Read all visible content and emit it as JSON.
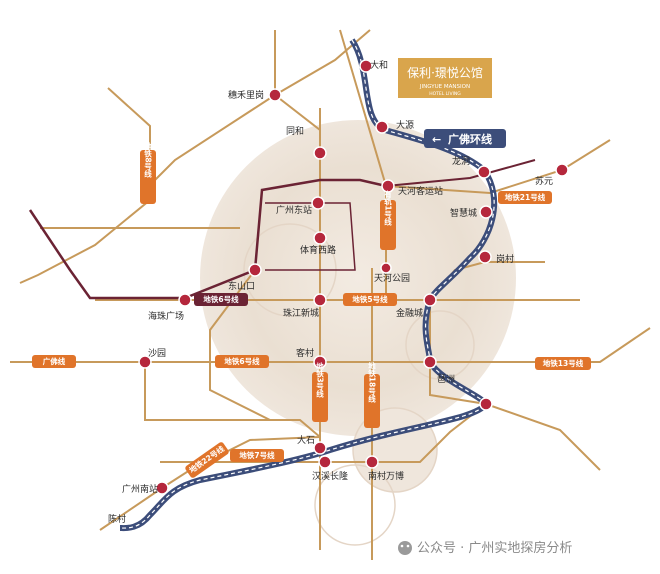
{
  "brand": {
    "title": "保利·璟悦公馆",
    "subtitle": "JINGYUE MANSION",
    "tagline": "HOTEL LIVING"
  },
  "callout": {
    "label": "广佛环线",
    "arrow": "←"
  },
  "watermark": {
    "text": "公众号 · 广州实地探房分析",
    "icon": "wechat-icon"
  },
  "stations": {
    "dahe": "大和",
    "suihe": "穗禾里岗",
    "dayuan": "大源",
    "tonghe": "同和",
    "longdong": "龙洞",
    "suyuan": "苏元",
    "tianhe_coach": "天河客运站",
    "zhihuicheng": "智慧城",
    "gz_east": "广州东站",
    "tiyu_xilu": "体育西路",
    "gangcun": "岗村",
    "dongshankou": "东山口",
    "tianhe_park": "天河公园",
    "haizhu_sq": "海珠广场",
    "zhujiang_xc": "珠江新城",
    "jinrongcheng": "金融城",
    "shawei": "沙园",
    "kecun": "客村",
    "pazhou": "琶洲",
    "dashi": "大石",
    "hanxi": "汉溪长隆",
    "nancun": "南村万博",
    "gz_south": "广州南站",
    "chencun": "陈村"
  },
  "line_tags": {
    "l8": "地铁8号线",
    "l21": "地铁21号线",
    "l6": "地铁6号线",
    "apm": "有轨1号线",
    "l5": "地铁5号线",
    "gf": "广佛线",
    "l66": "地铁6号线",
    "l13": "地铁13号线",
    "l3": "地铁3号线",
    "l18": "地铁18号线",
    "l22": "地铁22号线",
    "l7": "地铁7号线"
  },
  "colors": {
    "ring_line": "#3c4d7a",
    "metro_line": "#c79a5b",
    "line6": "#6b2334",
    "tag_orange": "#e0742a",
    "tag_maroon": "#6b2334",
    "station_red": "#b5273c",
    "brand_gold": "#d9a54c",
    "halo": "#e9ddd0"
  }
}
